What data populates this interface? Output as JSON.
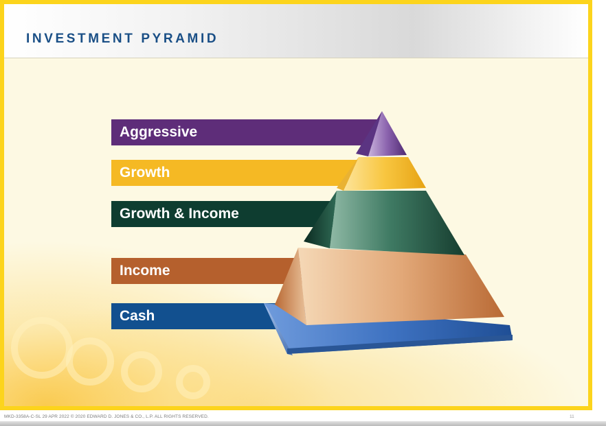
{
  "title": "INVESTMENT PYRAMID",
  "tiers": [
    {
      "label": "Aggressive",
      "color": "#5e2d79"
    },
    {
      "label": "Growth",
      "color": "#f5b924"
    },
    {
      "label": "Growth & Income",
      "color": "#0e3d30"
    },
    {
      "label": "Income",
      "color": "#b5602d"
    },
    {
      "label": "Cash",
      "color": "#12508f"
    }
  ],
  "footer": {
    "disclaimer": "MKD-3358A-C-SL   29 APR 2022   © 2020 EDWARD D. JONES & CO., L.P. ALL RIGHTS RESERVED.",
    "page_number": "11"
  },
  "colors": {
    "frame": "#fcd41c",
    "title": "#1a4f86",
    "background": "#fdf9e3"
  }
}
